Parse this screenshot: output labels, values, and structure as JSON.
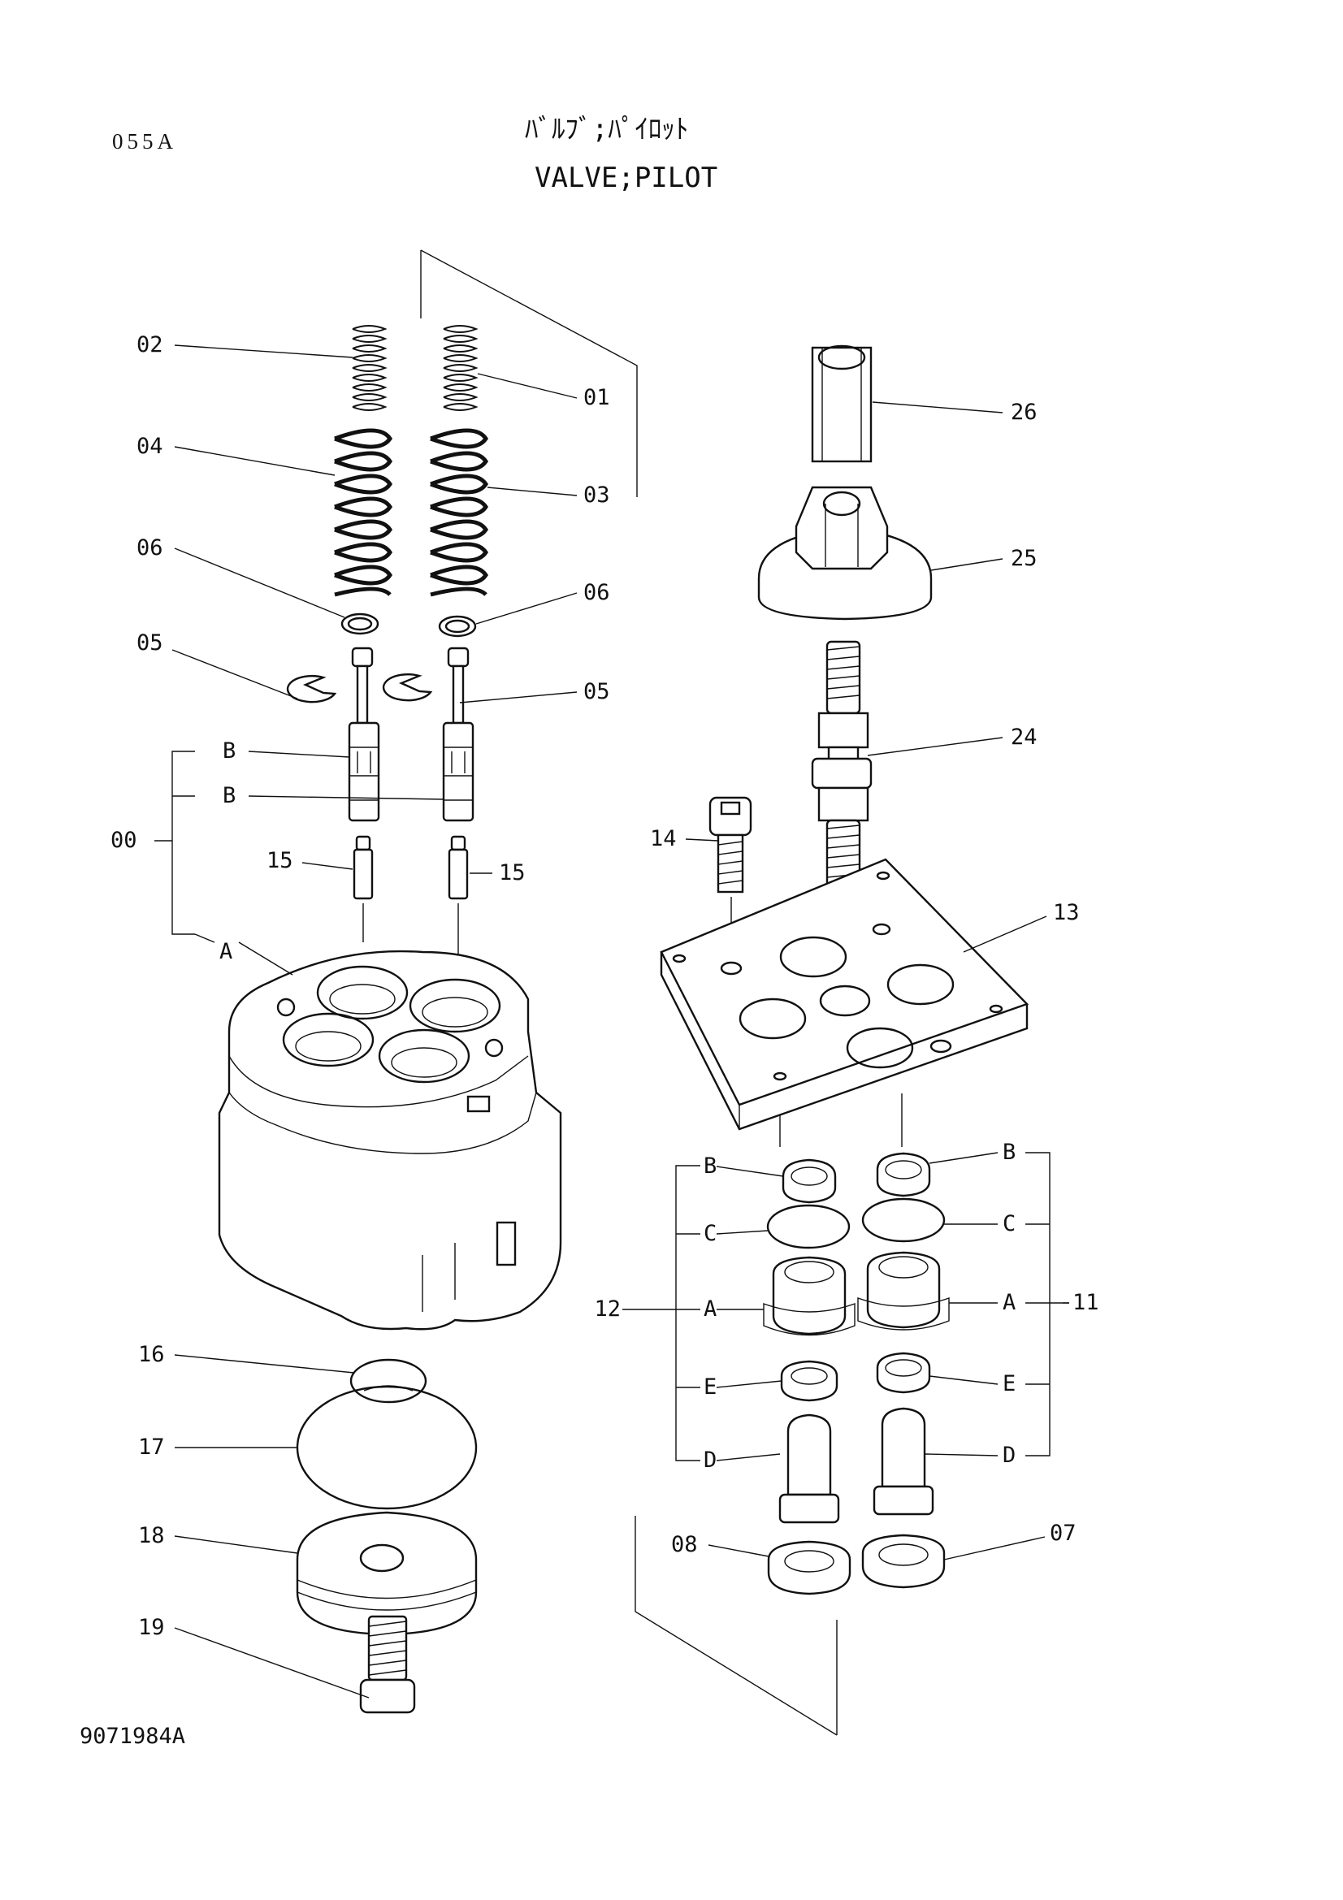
{
  "header": {
    "page_code": "055A",
    "title_jp": "ﾊﾞﾙﾌﾞ;ﾊﾟｲﾛｯﾄ",
    "title_en": "VALVE;PILOT"
  },
  "footer": {
    "drawing_number": "9071984A"
  },
  "callouts": {
    "c01": "01",
    "c02": "02",
    "c03": "03",
    "c04": "04",
    "c05_left": "05",
    "c05_right": "05",
    "c06_left": "06",
    "c06_right": "06",
    "c00": "00",
    "c00_B1": "B",
    "c00_B2": "B",
    "c00_A": "A",
    "c15_left": "15",
    "c15_right": "15",
    "c16": "16",
    "c17": "17",
    "c18": "18",
    "c19": "19",
    "c26": "26",
    "c25": "25",
    "c24": "24",
    "c14": "14",
    "c13": "13",
    "c12": "12",
    "c12_B": "B",
    "c12_C": "C",
    "c12_A": "A",
    "c12_E": "E",
    "c12_D": "D",
    "c11": "11",
    "c11_B": "B",
    "c11_C": "C",
    "c11_A": "A",
    "c11_E": "E",
    "c11_D": "D",
    "c08": "08",
    "c07": "07"
  }
}
